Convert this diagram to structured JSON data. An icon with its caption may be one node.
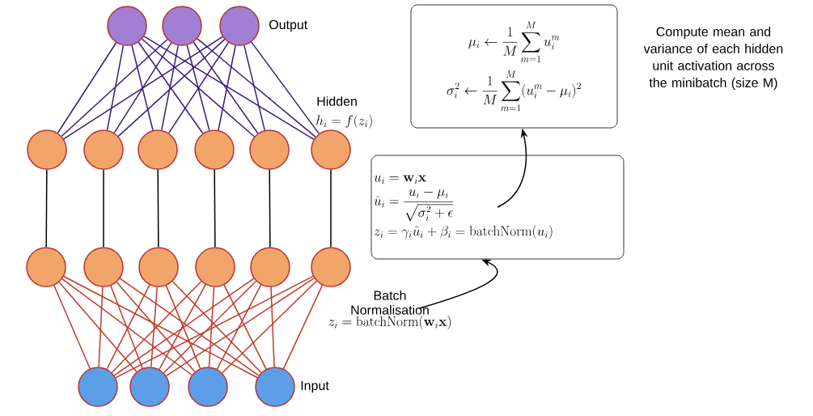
{
  "diagram": {
    "nodes": [
      {
        "text": [],
        "shape": "circle"
      },
      {
        "text": [],
        "shape": "circle"
      },
      {
        "text": [],
        "shape": "circle",
        "beside": [
          "Output"
        ]
      },
      {
        "text": [],
        "shape": "circle"
      },
      {
        "text": [],
        "shape": "circle"
      },
      {
        "text": [],
        "shape": "circle"
      },
      {
        "text": [],
        "shape": "circle"
      },
      {
        "text": [],
        "shape": "circle"
      },
      {
        "text": [],
        "shape": "circle",
        "beside": [
          "Hidden",
          "h_i = f(z_i)"
        ]
      },
      {
        "text": [],
        "shape": "circle"
      },
      {
        "text": [],
        "shape": "circle"
      },
      {
        "text": [],
        "shape": "circle"
      },
      {
        "text": [],
        "shape": "circle"
      },
      {
        "text": [],
        "shape": "circle"
      },
      {
        "text": [],
        "shape": "circle"
      },
      {
        "text": [],
        "shape": "circle"
      },
      {
        "text": [],
        "shape": "circle"
      },
      {
        "text": [],
        "shape": "circle"
      },
      {
        "text": [],
        "shape": "circle",
        "beside": [
          "Input"
        ]
      },
      {
        "text": [
          "\\mu_i \\leftarrow \\frac{1}{M}\\sum_{m=1}^{M} u_i^m",
          "\\sigma_i^2 \\leftarrow \\frac{1}{M}\\sum_{m=1}^{M} (u_i^m-\\mu_i)^2"
        ]
      },
      {
        "text": [
          "u_i = \\mathbf{w}_i\\mathbf{x}",
          "\\hat{u}_i = \\frac{u_i-\\mu_i}{\\sqrt{\\sigma_i^2+\\epsilon}}",
          "z_i = \\gamma_i\\hat{u}_i+\\beta_i = \\mathrm{batchNorm}(u_i)"
        ]
      },
      {
        "text": [
          "Batch Normalisation",
          "z_i = \\mathrm{batchNorm}(\\mathbf{w}_i\\mathbf{x})"
        ]
      }
    ],
    "edges": [
      {
        "from": 0,
        "to": 3,
        "arrow": "none",
        "color": "#3a1a7a"
      },
      {
        "from": 0,
        "to": 4,
        "arrow": "none",
        "color": "#3a1a7a"
      },
      {
        "from": 0,
        "to": 5,
        "arrow": "none",
        "color": "#3a1a7a"
      },
      {
        "from": 0,
        "to": 6,
        "arrow": "none",
        "color": "#3a1a7a"
      },
      {
        "from": 0,
        "to": 7,
        "arrow": "none",
        "color": "#3a1a7a"
      },
      {
        "from": 0,
        "to": 8,
        "arrow": "none",
        "color": "#3a1a7a"
      },
      {
        "from": 1,
        "to": 3,
        "arrow": "none",
        "color": "#3a1a7a"
      },
      {
        "from": 1,
        "to": 4,
        "arrow": "none",
        "color": "#3a1a7a"
      },
      {
        "from": 1,
        "to": 5,
        "arrow": "none",
        "color": "#3a1a7a"
      },
      {
        "from": 1,
        "to": 6,
        "arrow": "none",
        "color": "#3a1a7a"
      },
      {
        "from": 1,
        "to": 7,
        "arrow": "none",
        "color": "#3a1a7a"
      },
      {
        "from": 1,
        "to": 8,
        "arrow": "none",
        "color": "#3a1a7a"
      },
      {
        "from": 2,
        "to": 3,
        "arrow": "none",
        "color": "#3a1a7a"
      },
      {
        "from": 2,
        "to": 4,
        "arrow": "none",
        "color": "#3a1a7a"
      },
      {
        "from": 2,
        "to": 5,
        "arrow": "none",
        "color": "#3a1a7a"
      },
      {
        "from": 2,
        "to": 6,
        "arrow": "none",
        "color": "#3a1a7a"
      },
      {
        "from": 2,
        "to": 7,
        "arrow": "none",
        "color": "#3a1a7a"
      },
      {
        "from": 2,
        "to": 8,
        "arrow": "none",
        "color": "#3a1a7a"
      },
      {
        "from": 3,
        "to": 9,
        "arrow": "none",
        "color": "#000000"
      },
      {
        "from": 4,
        "to": 10,
        "arrow": "none",
        "color": "#000000"
      },
      {
        "from": 5,
        "to": 11,
        "arrow": "none",
        "color": "#000000"
      },
      {
        "from": 6,
        "to": 12,
        "arrow": "none",
        "color": "#000000"
      },
      {
        "from": 7,
        "to": 13,
        "arrow": "none",
        "color": "#000000"
      },
      {
        "from": 8,
        "to": 14,
        "arrow": "none",
        "color": "#000000"
      },
      {
        "from": 9,
        "to": 15,
        "arrow": "none"
      },
      {
        "from": 9,
        "to": 16,
        "arrow": "none"
      },
      {
        "from": 9,
        "to": 17,
        "arrow": "none"
      },
      {
        "from": 9,
        "to": 18,
        "arrow": "none"
      },
      {
        "from": 10,
        "to": 15,
        "arrow": "none"
      },
      {
        "from": 10,
        "to": 16,
        "arrow": "none"
      },
      {
        "from": 10,
        "to": 17,
        "arrow": "none"
      },
      {
        "from": 10,
        "to": 18,
        "arrow": "none"
      },
      {
        "from": 11,
        "to": 15,
        "arrow": "none"
      },
      {
        "from": 11,
        "to": 16,
        "arrow": "none"
      },
      {
        "from": 11,
        "to": 17,
        "arrow": "none"
      },
      {
        "from": 11,
        "to": 18,
        "arrow": "none"
      },
      {
        "from": 12,
        "to": 15,
        "arrow": "none"
      },
      {
        "from": 12,
        "to": 16,
        "arrow": "none"
      },
      {
        "from": 12,
        "to": 17,
        "arrow": "none"
      },
      {
        "from": 12,
        "to": 18,
        "arrow": "none"
      },
      {
        "from": 13,
        "to": 15,
        "arrow": "none"
      },
      {
        "from": 13,
        "to": 16,
        "arrow": "none"
      },
      {
        "from": 13,
        "to": 17,
        "arrow": "none"
      },
      {
        "from": 13,
        "to": 18,
        "arrow": "none"
      },
      {
        "from": 14,
        "to": 15,
        "arrow": "none"
      },
      {
        "from": 14,
        "to": 16,
        "arrow": "none"
      },
      {
        "from": 14,
        "to": 17,
        "arrow": "none"
      },
      {
        "from": 14,
        "to": 18,
        "arrow": "none"
      },
      {
        "from": 20,
        "to": 19,
        "arrow": "to",
        "color": "#000000"
      },
      {
        "from": 21,
        "to": 20,
        "arrow": "to",
        "color": "#000000"
      }
    ],
    "labels": [
      "Compute mean and variance of each hidden unit activation across the minibatch (size M)"
    ]
  }
}
